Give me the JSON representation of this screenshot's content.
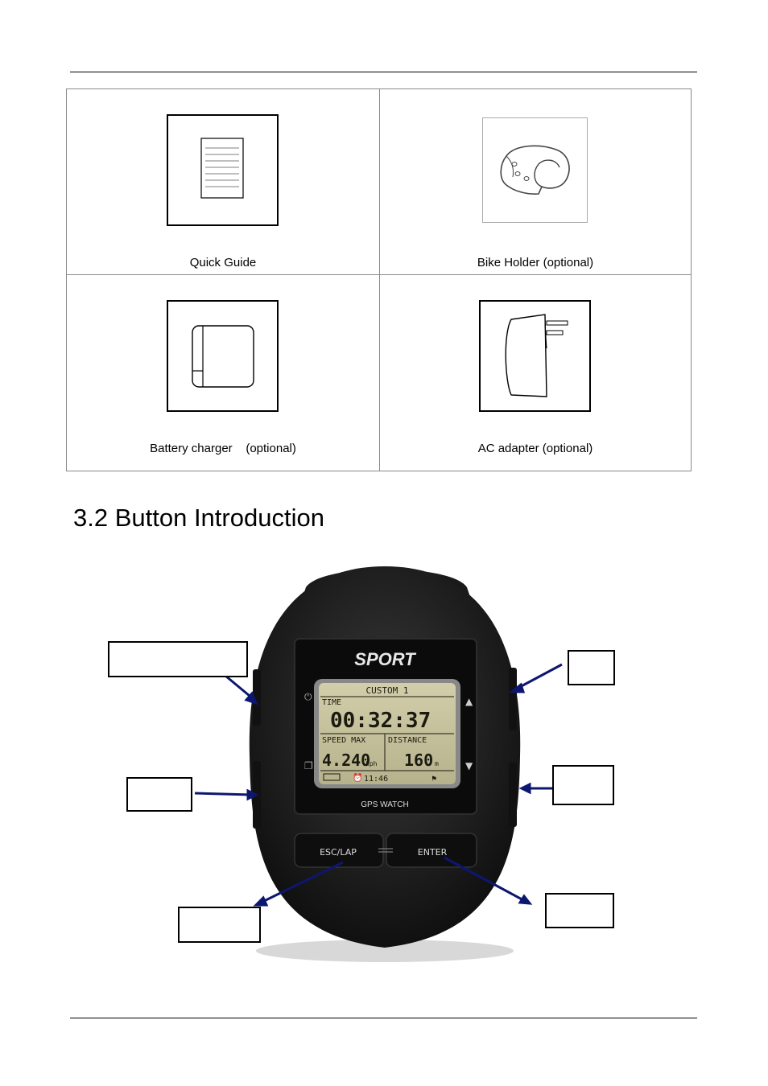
{
  "accessories": [
    {
      "caption": "Quick Guide",
      "icon": "quick-guide-icon"
    },
    {
      "caption": "Bike Holder (optional)",
      "icon": "bike-holder-icon"
    },
    {
      "caption": "Battery charger    (optional)",
      "icon": "battery-charger-icon"
    },
    {
      "caption": "AC adapter (optional)",
      "icon": "ac-adapter-icon"
    }
  ],
  "section": {
    "title": "3.2 Button Introduction"
  },
  "watch": {
    "brand": "SPORT",
    "model_text": "GPS WATCH",
    "screen": {
      "header": "CUSTOM 1",
      "time_label": "TIME",
      "time_value": "00:32:37",
      "speed_label": "SPEED MAX",
      "distance_label": "DISTANCE",
      "speed_value": "4.240",
      "speed_unit": "kph",
      "distance_value": "160",
      "distance_unit": "m",
      "clock": "11:46"
    },
    "buttons": {
      "esc_label": "ESC/LAP",
      "enter_label": "ENTER"
    }
  },
  "colors": {
    "arrow": "#0d1770",
    "lcd_bg": "#c4c09a",
    "watch_body": "#1e1e1e"
  }
}
